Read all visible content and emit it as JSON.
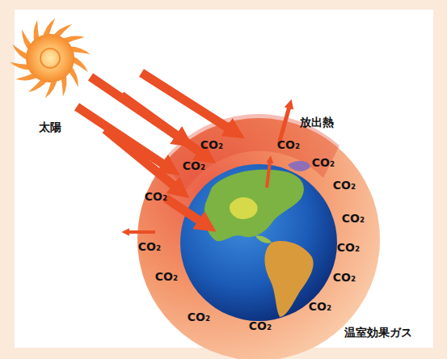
{
  "diagram": {
    "labels": [
      "太陽",
      "放出熱",
      "温室効果ガス",
      "CO₂",
      "CO₂",
      "CO₂",
      "CO₂",
      "CO₂",
      "CO₂",
      "CO₂",
      "CO₂",
      "CO₂",
      "CO₂",
      "CO₂",
      "CO₂",
      "CO₂",
      "CO₂"
    ]
  }
}
